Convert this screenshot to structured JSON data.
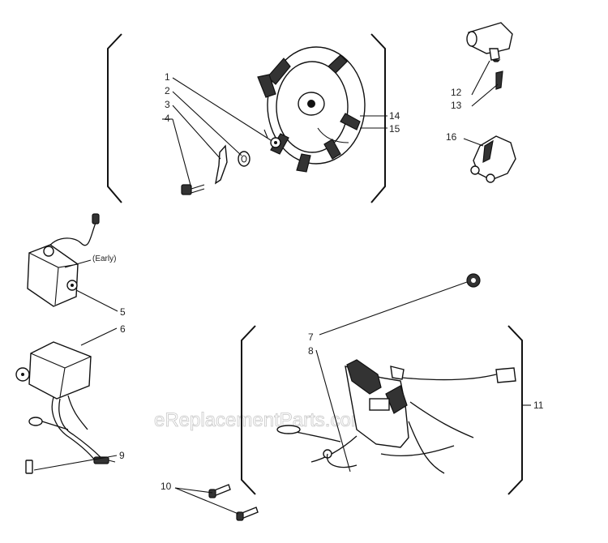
{
  "diagram": {
    "callouts": {
      "c1": "1",
      "c2": "2",
      "c3": "3",
      "c4": "4",
      "c5": "5",
      "c6": "6",
      "c7": "7",
      "c8": "8",
      "c9": "9",
      "c10": "10",
      "c11": "11",
      "c12": "12",
      "c13": "13",
      "c14": "14",
      "c15": "15",
      "c16": "16"
    },
    "annotation_early": "(Early)",
    "watermark": "eReplacementParts.com"
  }
}
